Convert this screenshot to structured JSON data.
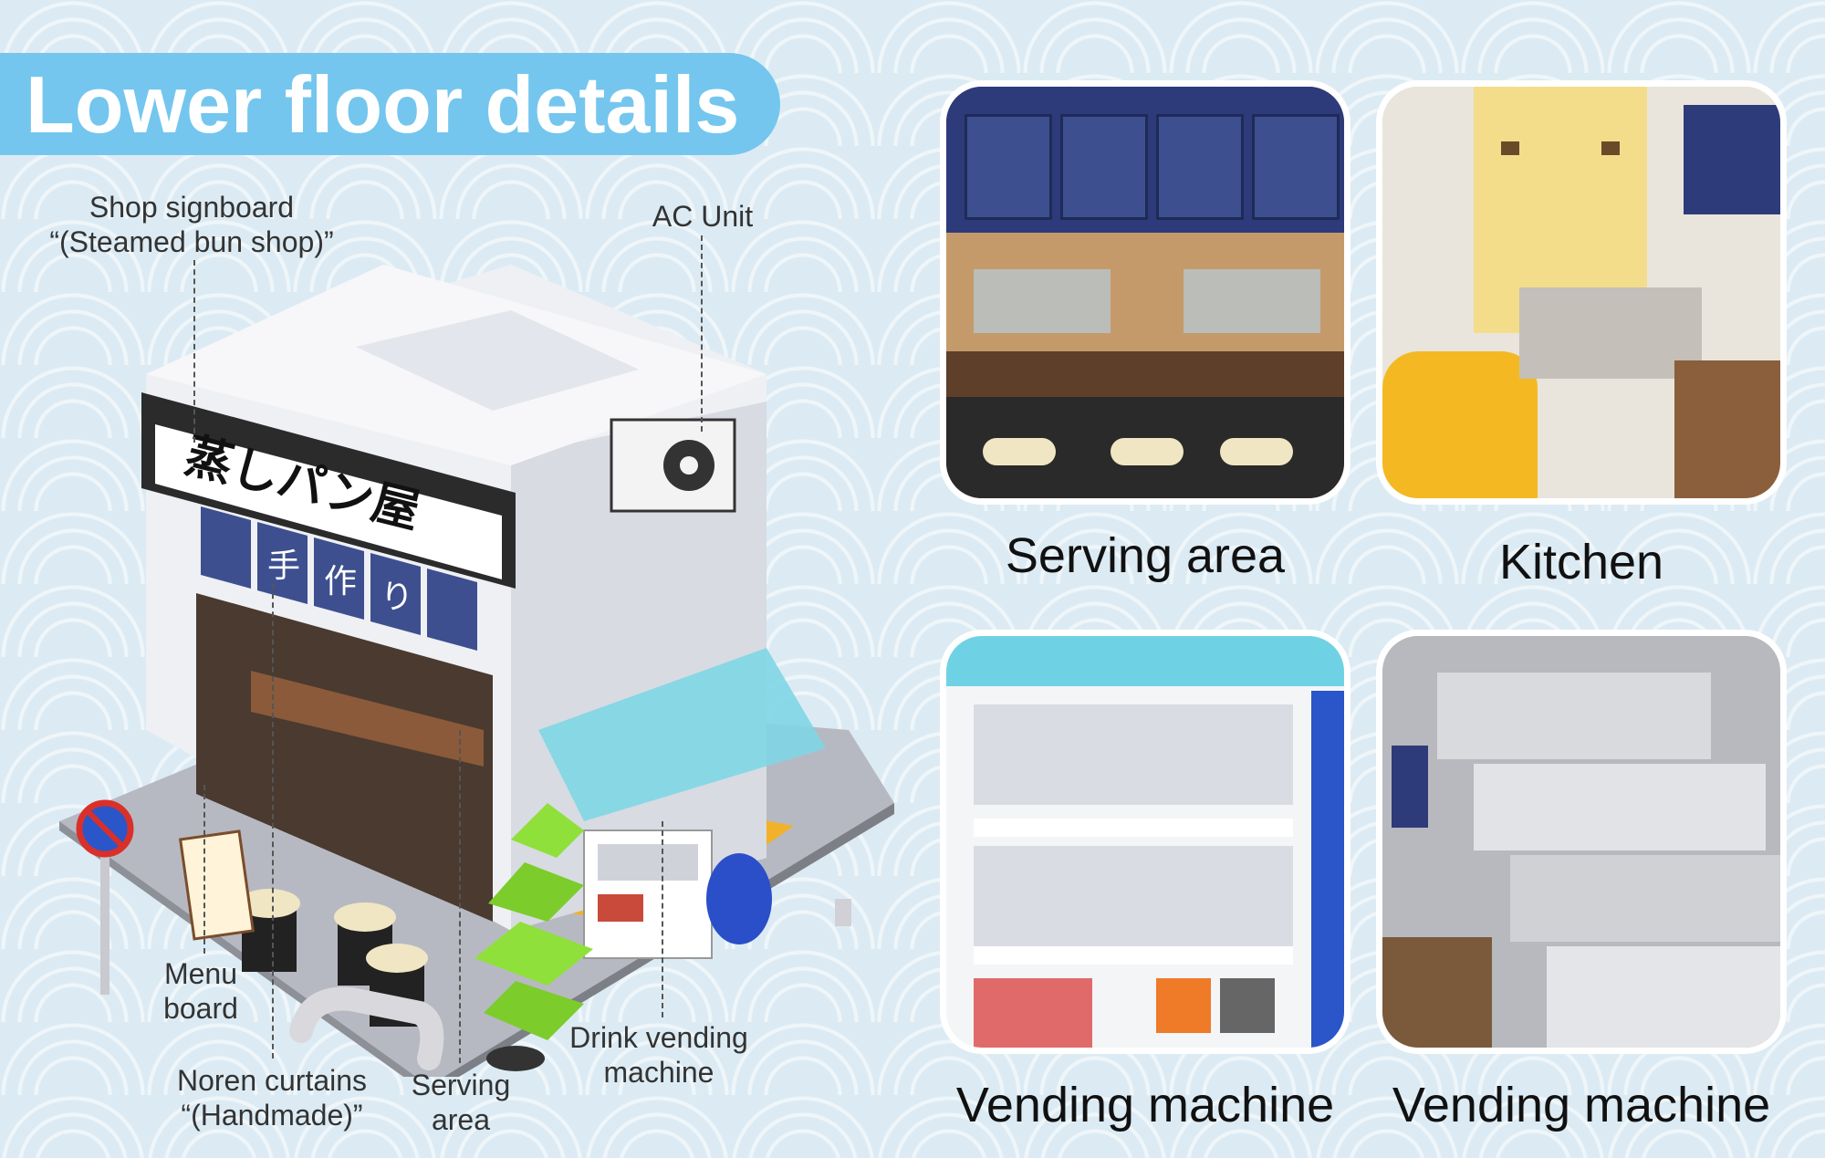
{
  "title": "Lower floor details",
  "callouts": {
    "shop_signboard_line1": "Shop signboard",
    "shop_signboard_line2": "“(Steamed bun shop)”",
    "ac_unit": "AC Unit",
    "menu_board_line1": "Menu",
    "menu_board_line2": "board",
    "noren_line1": "Noren curtains",
    "noren_line2": "“(Handmade)”",
    "serving_line1": "Serving",
    "serving_line2": "area",
    "vending_line1": "Drink vending",
    "vending_line2": "machine"
  },
  "signboard_text": "蒸しパン屋",
  "noren_chars": [
    "手",
    "作",
    "り"
  ],
  "photos": [
    {
      "caption": "Serving area"
    },
    {
      "caption": "Kitchen"
    },
    {
      "caption": "Vending machine"
    },
    {
      "caption": "Vending machine"
    }
  ],
  "colors": {
    "banner": "#74c6ee",
    "background": "#dcebf3",
    "noren": "#3e4f8f",
    "awning": "#7fd6e6",
    "tactile_paving": "#f1b12a"
  }
}
